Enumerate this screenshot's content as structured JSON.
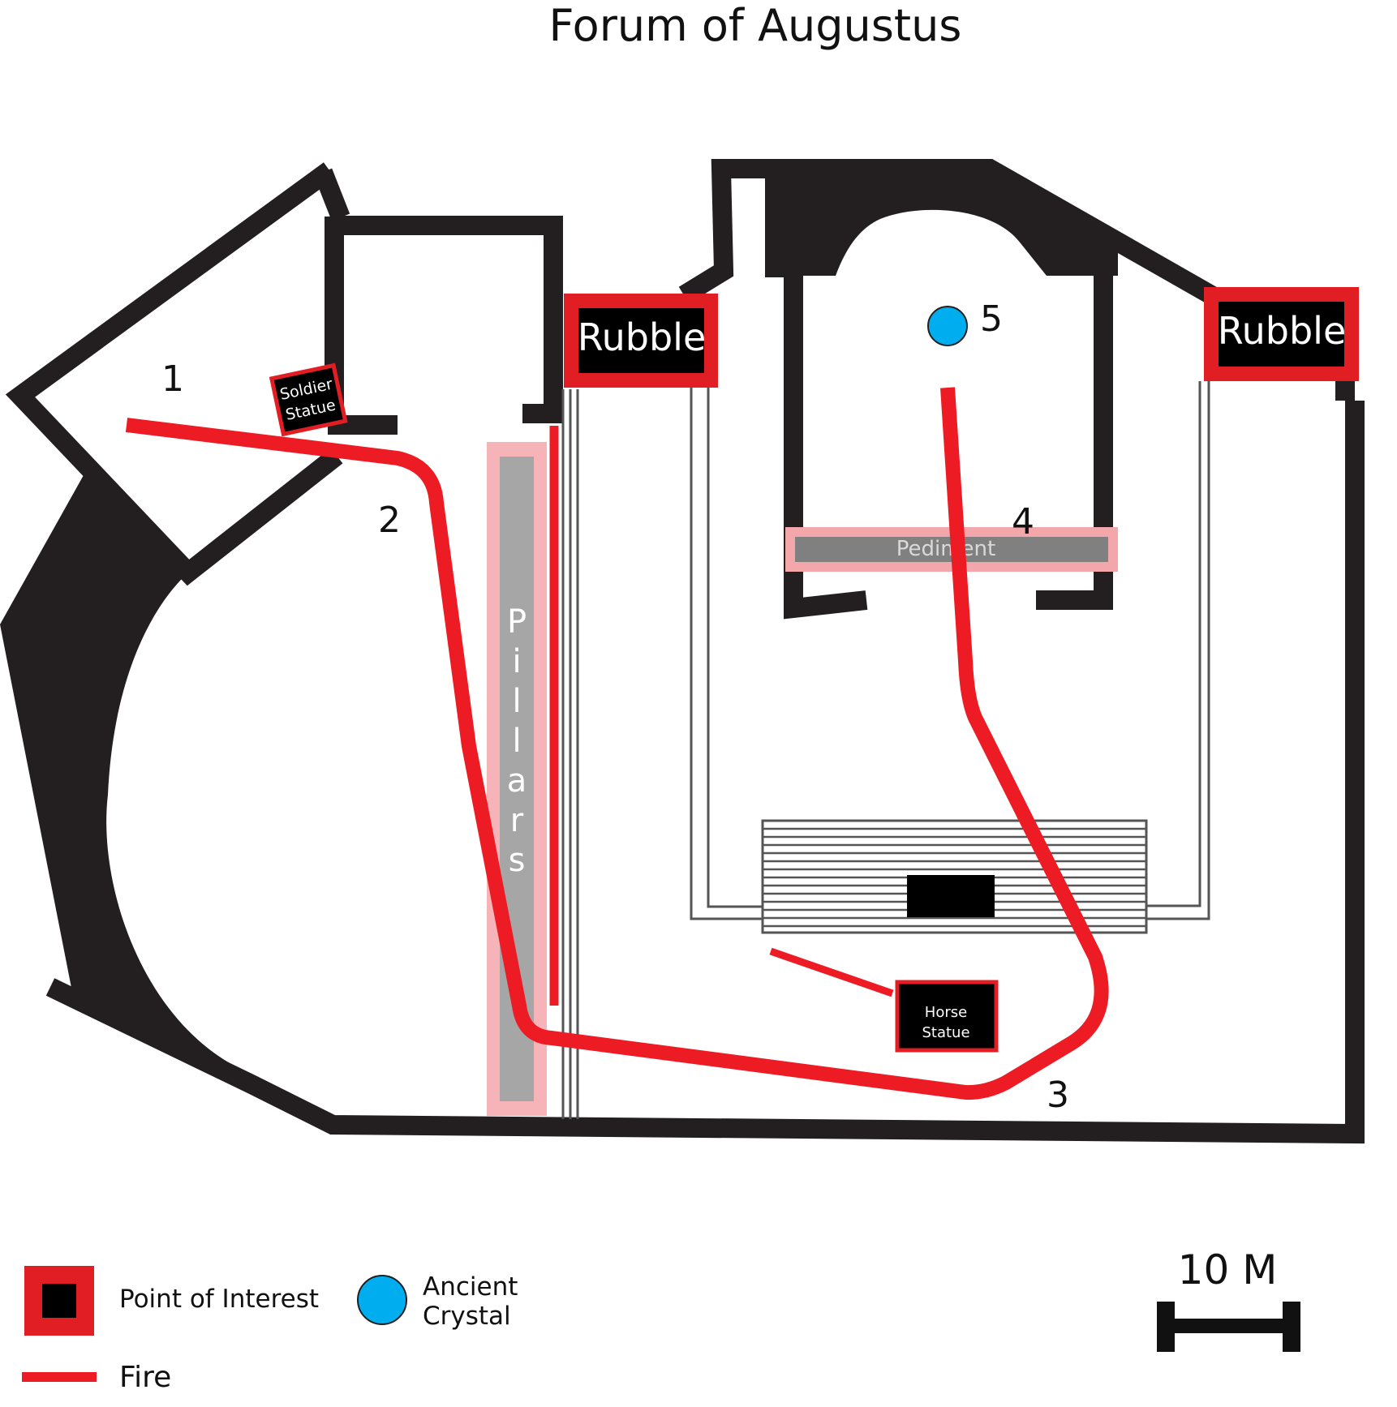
{
  "title": "Forum of Augustus",
  "colors": {
    "wall": "#231f20",
    "fire": "#ed1c24",
    "crystal": "#00aeef",
    "poi_border": "#e11e24",
    "pillars": "#a6a6a6",
    "pediment": "#808080",
    "highlight": "#f4a7ab"
  },
  "points_of_interest": [
    {
      "id": "rubble-left",
      "label": "Rubble"
    },
    {
      "id": "rubble-right",
      "label": "Rubble"
    },
    {
      "id": "soldier-statue",
      "label_lines": [
        "Soldier",
        "Statue"
      ]
    },
    {
      "id": "horse-statue",
      "label_lines": [
        "Horse",
        "Statue"
      ]
    }
  ],
  "features": {
    "pillars": "Pillars",
    "pediment": "Pediment"
  },
  "waypoints": [
    "1",
    "2",
    "3",
    "4",
    "5"
  ],
  "legend": {
    "poi": "Point of Interest",
    "crystal_lines": [
      "Ancient",
      "Crystal"
    ],
    "fire": "Fire"
  },
  "scale": {
    "label": "10 M"
  }
}
